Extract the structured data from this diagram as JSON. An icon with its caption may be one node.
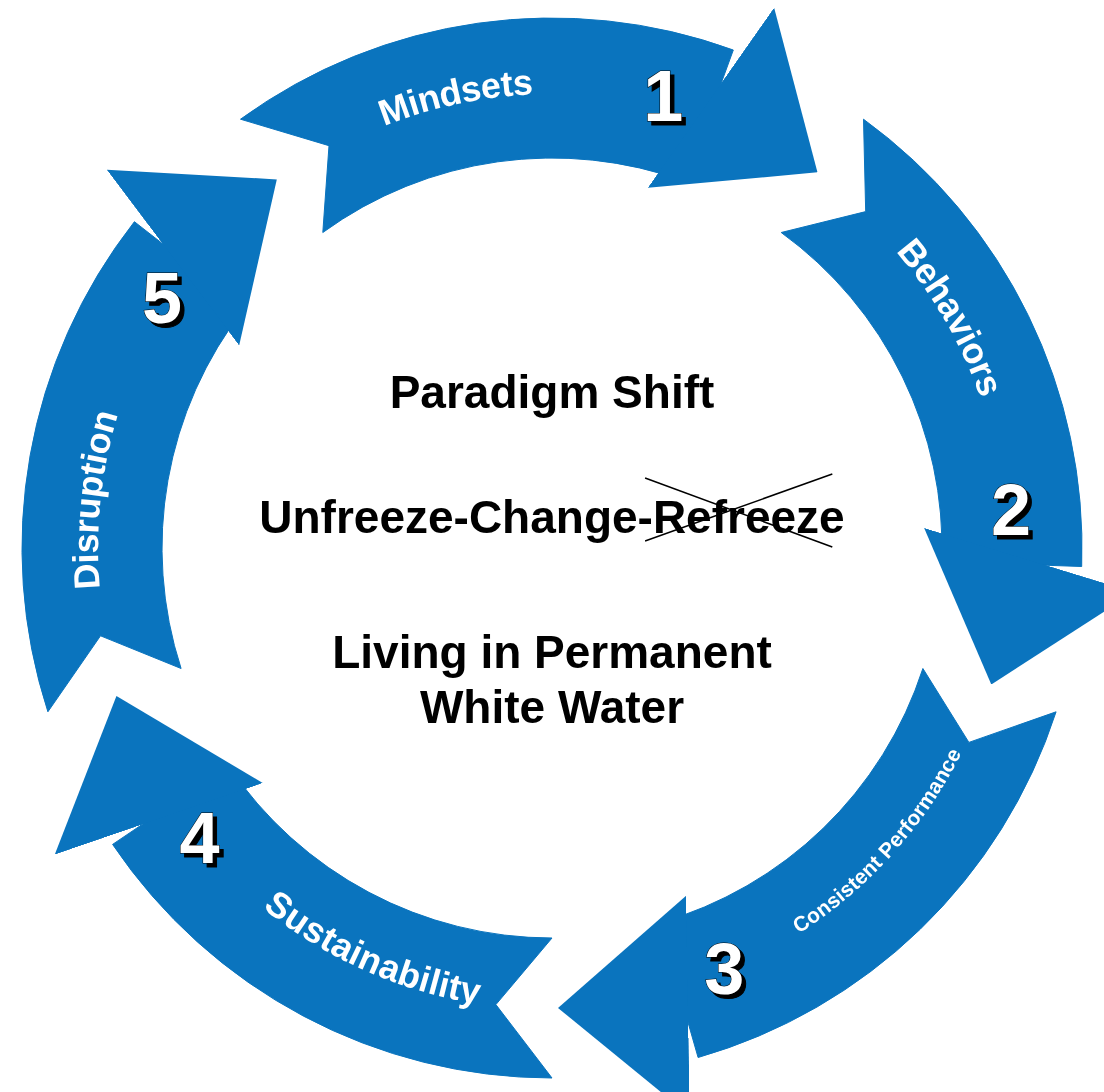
{
  "diagram": {
    "nodes": [
      {
        "text": [
          "Mindsets",
          "1"
        ]
      },
      {
        "text": [
          "Behaviors",
          "2"
        ]
      },
      {
        "text": [
          "Consistent Performance",
          "3"
        ]
      },
      {
        "text": [
          "Sustainability",
          "4"
        ]
      },
      {
        "text": [
          "Disruption",
          "5"
        ]
      }
    ],
    "edges": [
      {
        "from": 0,
        "to": 1,
        "arrow": "to"
      },
      {
        "from": 1,
        "to": 2,
        "arrow": "to"
      },
      {
        "from": 2,
        "to": 3,
        "arrow": "to"
      },
      {
        "from": 3,
        "to": 4,
        "arrow": "to"
      },
      {
        "from": 4,
        "to": 0,
        "arrow": "to"
      }
    ],
    "labels": [
      "Paradigm Shift",
      "Unfreeze-Change-Refreeze",
      "Living in Permanent White Water"
    ]
  }
}
